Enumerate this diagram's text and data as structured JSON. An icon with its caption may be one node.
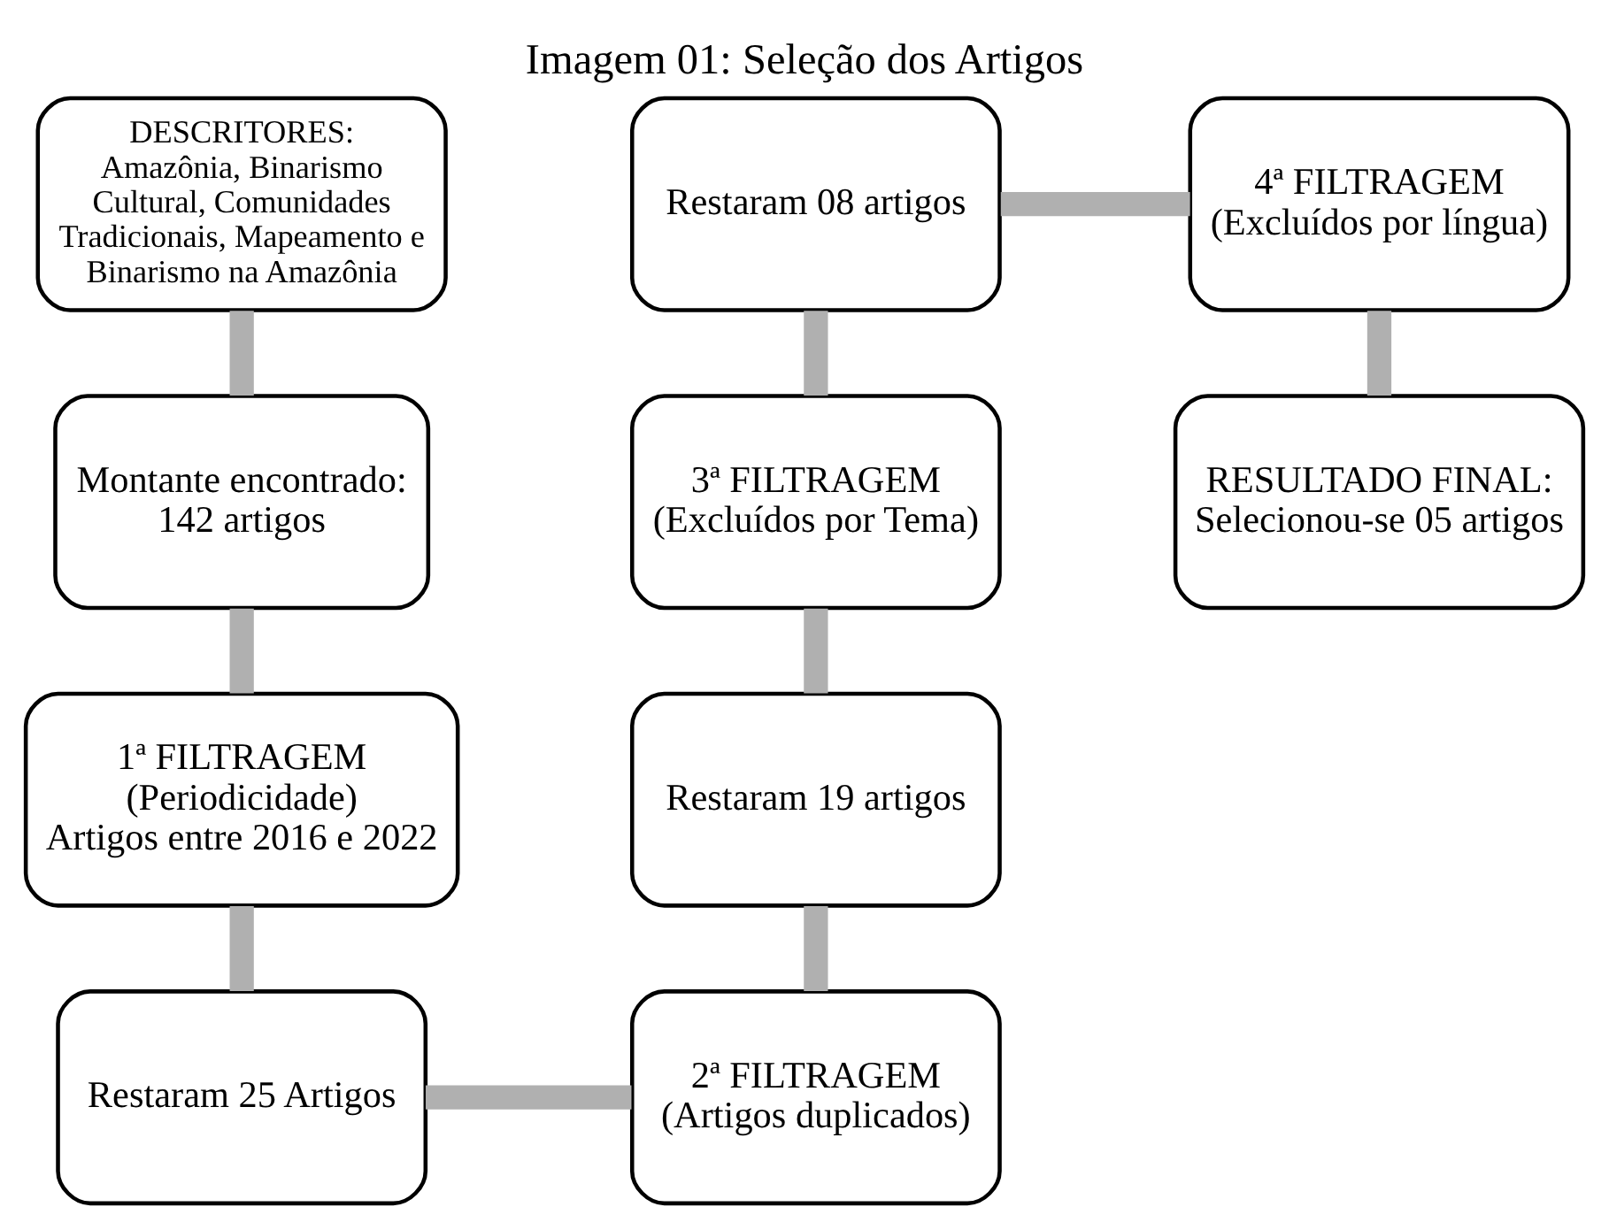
{
  "diagram": {
    "title": "Imagem 01: Seleção dos Artigos",
    "nodes": [
      {
        "text": [
          "DESCRITORES:",
          "Amazônia, Binarismo Cultural, Comunidades Tradicionais, Mapeamento e Binarismo na Amazônia"
        ]
      },
      {
        "text": [
          "Montante encontrado:",
          "142 artigos"
        ]
      },
      {
        "text": [
          "1ª FILTRAGEM",
          "(Periodicidade)",
          "Artigos entre 2016 e 2022"
        ]
      },
      {
        "text": [
          "Restaram 25 Artigos"
        ]
      },
      {
        "text": [
          "2ª FILTRAGEM",
          "(Artigos duplicados)"
        ]
      },
      {
        "text": [
          "Restaram 19 artigos"
        ]
      },
      {
        "text": [
          "3ª FILTRAGEM",
          "(Excluídos por Tema)"
        ]
      },
      {
        "text": [
          "Restaram 08 artigos"
        ]
      },
      {
        "text": [
          "4ª FILTRAGEM",
          "(Excluídos por língua)"
        ]
      },
      {
        "text": [
          "RESULTADO FINAL:",
          "Selecionou-se 05 artigos"
        ]
      }
    ],
    "edges": [
      {
        "from": 0,
        "to": 1,
        "arrow": "none"
      },
      {
        "from": 1,
        "to": 2,
        "arrow": "none"
      },
      {
        "from": 2,
        "to": 3,
        "arrow": "none"
      },
      {
        "from": 3,
        "to": 4,
        "arrow": "none"
      },
      {
        "from": 4,
        "to": 5,
        "arrow": "none"
      },
      {
        "from": 5,
        "to": 6,
        "arrow": "none"
      },
      {
        "from": 6,
        "to": 7,
        "arrow": "none"
      },
      {
        "from": 7,
        "to": 8,
        "arrow": "none"
      },
      {
        "from": 8,
        "to": 9,
        "arrow": "none"
      }
    ]
  }
}
